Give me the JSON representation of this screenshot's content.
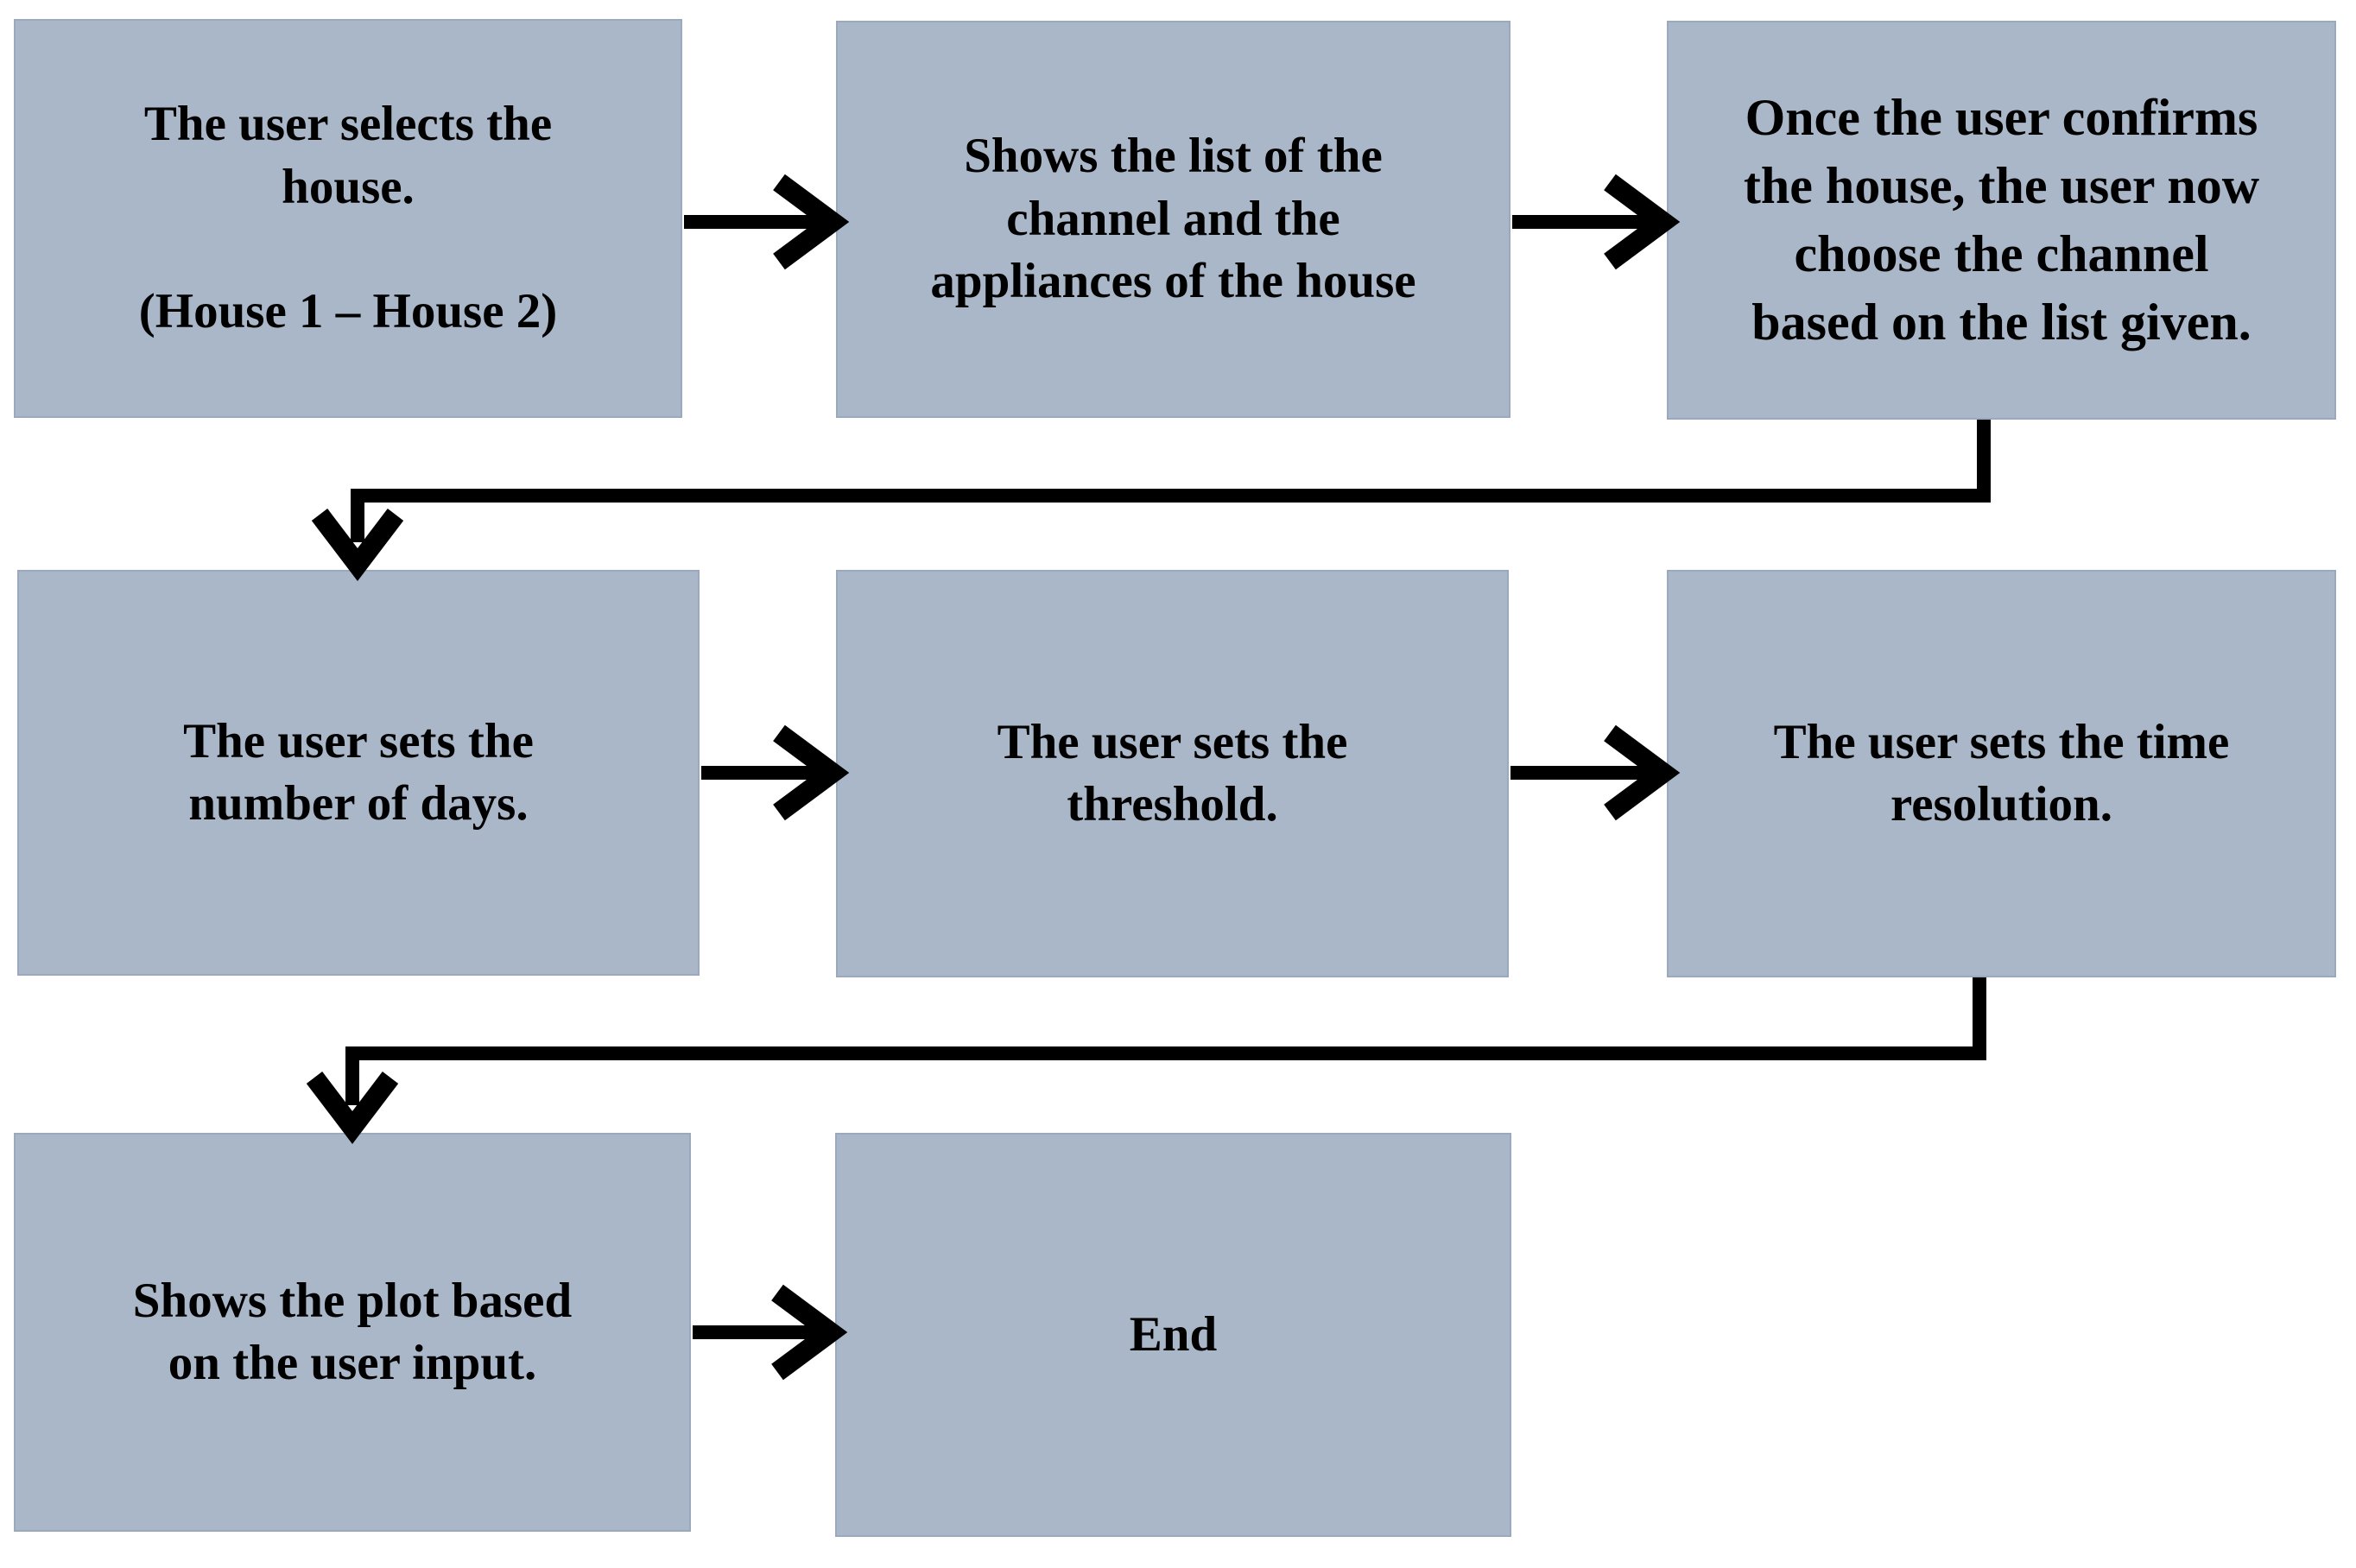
{
  "diagram": {
    "type": "flowchart",
    "background_color": "#ffffff",
    "box_fill_color": "#a9b7c9",
    "box_text_color": "#000000",
    "arrow_color": "#000000",
    "boxes": [
      {
        "id": "select-house",
        "text": "The user selects the\nhouse.\n\n(House 1 – House 2)"
      },
      {
        "id": "channel-list",
        "text": "Shows the list of the\nchannel and the\nappliances of the house"
      },
      {
        "id": "choose-channel",
        "text": "Once the user confirms\nthe house, the user now\nchoose the channel\nbased on the list given."
      },
      {
        "id": "set-days",
        "text": "The user sets the\nnumber of days."
      },
      {
        "id": "set-threshold",
        "text": "The user sets the\nthreshold."
      },
      {
        "id": "set-time-resolution",
        "text": "The user sets the time\nresolution."
      },
      {
        "id": "show-plot",
        "text": "Shows the plot based\non the user input."
      },
      {
        "id": "end",
        "text": "End"
      }
    ],
    "connections": [
      {
        "from": "select-house",
        "to": "channel-list"
      },
      {
        "from": "channel-list",
        "to": "choose-channel"
      },
      {
        "from": "choose-channel",
        "to": "set-days"
      },
      {
        "from": "set-days",
        "to": "set-threshold"
      },
      {
        "from": "set-threshold",
        "to": "set-time-resolution"
      },
      {
        "from": "set-time-resolution",
        "to": "show-plot"
      },
      {
        "from": "show-plot",
        "to": "end"
      }
    ]
  }
}
